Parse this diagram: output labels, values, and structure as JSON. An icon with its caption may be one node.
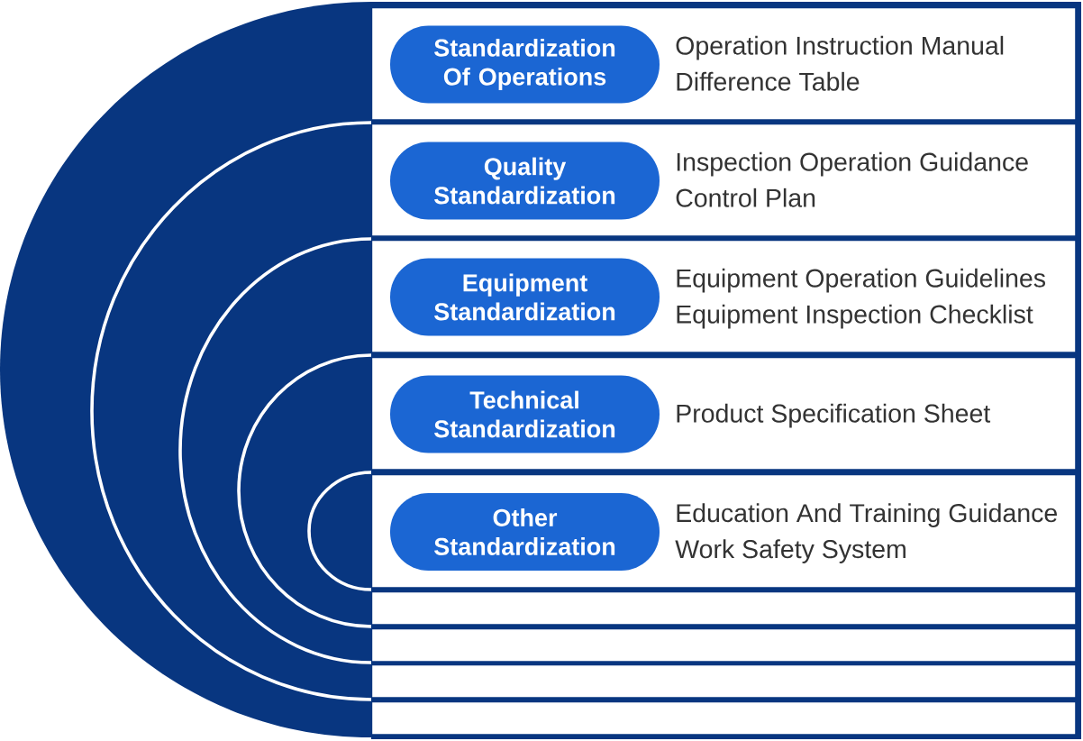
{
  "diagram": {
    "nodes": [
      {
        "text": [
          "Operation Instruction Manual",
          "Difference Table"
        ]
      },
      {
        "text": [
          "Standardization Of Operations"
        ],
        "in": 0
      },
      {
        "text": [
          "Inspection Operation Guidance",
          "Control Plan"
        ]
      },
      {
        "text": [
          "Quality Standardization"
        ],
        "in": 2
      },
      {
        "text": [
          "Equipment Operation Guidelines",
          "Equipment Inspection Checklist"
        ]
      },
      {
        "text": [
          "Equipment Standardization"
        ],
        "in": 4
      },
      {
        "text": [
          "Product Specification Sheet"
        ]
      },
      {
        "text": [
          "Technical Standardization"
        ],
        "in": 6
      },
      {
        "text": [
          "Education And Training Guidance",
          "Work Safety System"
        ]
      },
      {
        "text": [
          "Other Standardization"
        ],
        "in": 8
      },
      {
        "text": [],
        "shape": "box"
      },
      {
        "text": [],
        "shape": "box"
      },
      {
        "text": [],
        "shape": "box"
      },
      {
        "text": [],
        "shape": "box"
      }
    ]
  }
}
